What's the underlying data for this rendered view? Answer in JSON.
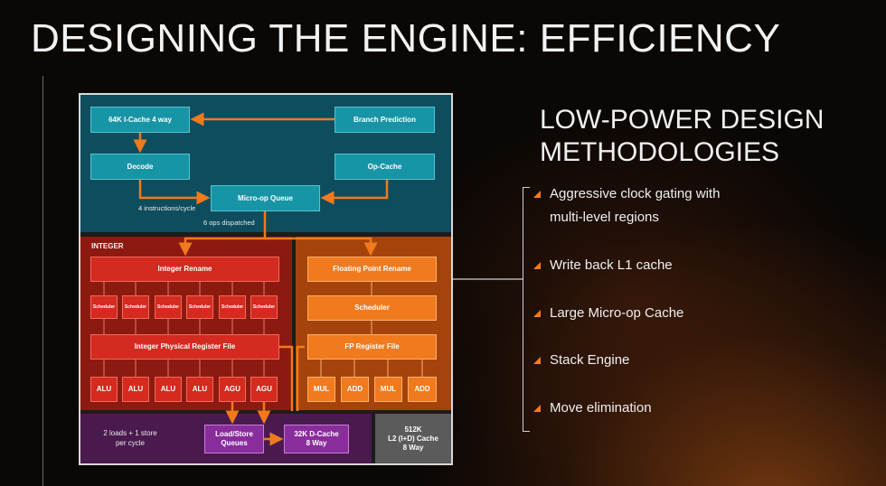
{
  "slide": {
    "title": "DESIGNING THE ENGINE: EFFICIENCY",
    "subtitle_line1": "LOW-POWER DESIGN",
    "subtitle_line2": "METHODOLOGIES"
  },
  "bullets": [
    {
      "line1": "Aggressive clock gating with",
      "line2": "multi-level regions"
    },
    {
      "line1": "Write back L1 cache"
    },
    {
      "line1": "Large Micro-op Cache"
    },
    {
      "line1": "Stack Engine"
    },
    {
      "line1": "Move elimination"
    }
  ],
  "diagram": {
    "icache": "64K I-Cache 4 way",
    "branch_prediction": "Branch Prediction",
    "decode": "Decode",
    "op_cache": "Op-Cache",
    "microop_queue": "Micro-op Queue",
    "instructions_note": "4 instructions/cycle",
    "dispatch_note": "6 ops dispatched",
    "integer_label": "INTEGER",
    "integer_rename": "Integer Rename",
    "scheduler": "Scheduler",
    "integer_prf": "Integer Physical Register File",
    "int_units": [
      "ALU",
      "ALU",
      "ALU",
      "ALU",
      "AGU",
      "AGU"
    ],
    "fp_rename": "Floating Point Rename",
    "fp_scheduler": "Scheduler",
    "fp_register_file": "FP Register File",
    "fp_units": [
      "MUL",
      "ADD",
      "MUL",
      "ADD"
    ],
    "loads_note_line1": "2 loads + 1 store",
    "loads_note_line2": "per cycle",
    "ls_queues_line1": "Load/Store",
    "ls_queues_line2": "Queues",
    "dcache_line1": "32K D-Cache",
    "dcache_line2": "8 Way",
    "l2_line1": "512K",
    "l2_line2": "L2 (I+D) Cache",
    "l2_line3": "8 Way"
  },
  "colors": {
    "accent_orange": "#ff7a1a",
    "frontend": "#0e4d5e",
    "integer": "#8c1a10",
    "fp": "#a4440c",
    "loadstore": "#4a1a4e",
    "l2": "#5b5b5b"
  }
}
